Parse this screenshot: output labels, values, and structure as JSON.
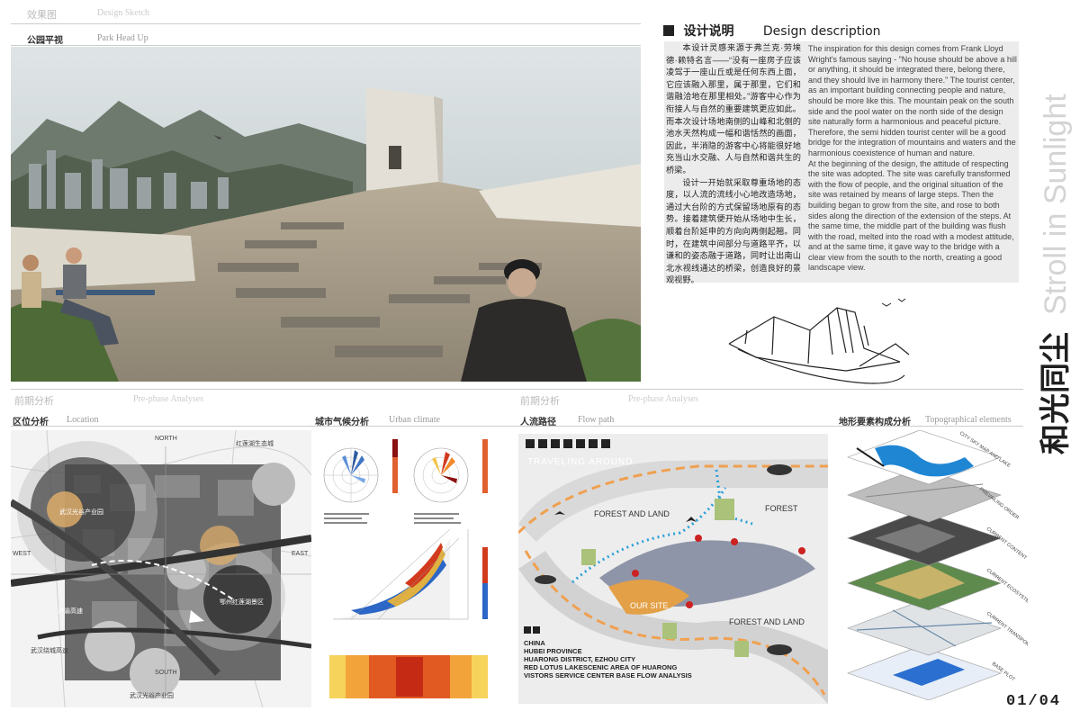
{
  "top": {
    "header_cn": "效果图",
    "header_en": "Design Sketch",
    "view_cn": "公园平视",
    "view_en": "Park Head Up"
  },
  "description": {
    "title_cn": "设计说明",
    "title_en": "Design description",
    "cn_p1": "本设计灵感来源于弗兰克·劳埃德·赖特名言——“没有一座房子应该凌驾于一座山丘或是任何东西上面，它应该融入那里，属于那里，它们和谐融洽地在那里相处。”游客中心作为衔接人与自然的重要建筑更应如此。而本次设计场地南侧的山峰和北侧的池水天然构成一幅和谐恬然的画面，因此，半消隐的游客中心将能很好地充当山水交融、人与自然和谐共生的桥梁。",
    "cn_p2": "设计一开始就采取尊重场地的态度，以人流的流线小心地改造场地，通过大台阶的方式保留场地原有的态势。接着建筑便开始从场地中生长，顺着台阶延申的方向向两侧起翘。同时，在建筑中间部分与道路平齐，以谦和的姿态融于道路，同时让出南山北水视线通达的桥梁，创造良好的景观视野。",
    "en_p1": "The inspiration for this design comes from Frank Lloyd Wright's famous saying - \"No house should be above a hill or anything, it should be integrated there, belong there, and they should live in harmony there.\" The tourist center, as an important building connecting people and nature, should be more like this. The mountain peak on the south side and the pool water on the north side of the design site naturally form a harmonious and peaceful picture. Therefore, the semi hidden tourist center will be a good bridge for the integration of mountains and waters and the harmonious coexistence of human and nature.",
    "en_p2": "At the beginning of the design, the attitude of respecting the site was adopted. The site was carefully transformed with the flow of people, and the original situation of the site was retained by means of large steps. Then the building began to grow from the site, and rose to both sides along the direction of the extension of the steps. At the same time, the middle part of the building was flush with the road, melted into the road with a modest attitude, and at the same time, it gave way to the bridge with a clear view from the south to the north, creating a good landscape view."
  },
  "side_title": {
    "cn": "和光同尘",
    "en": "Stroll in Sunlight"
  },
  "page_number": "01/04",
  "pre_phase": {
    "left_cn": "前期分析",
    "left_en": "Pre-phase Analyses",
    "right_cn": "前期分析",
    "right_en": "Pre-phase Analyses"
  },
  "location": {
    "title_cn": "区位分析",
    "title_en": "Location",
    "north": "NORTH",
    "south": "SOUTH",
    "east": "EAST",
    "west": "WEST",
    "label_industry": "武汉光谷产业园",
    "label_lake": "鄂州红莲湖景区",
    "label_park": "武汉光谷产业园",
    "label_highway": "武汉绕城高速",
    "label_a": "沪渝高速",
    "label_b": "红莲湖生态城"
  },
  "climate": {
    "title_cn": "城市气候分析",
    "title_en": "Urban climate"
  },
  "flow": {
    "title_cn": "人流路径",
    "title_en": "Flow path",
    "traveling_around": "TRAVELING AROUND",
    "forest": "FOREST",
    "forest_and_land_1": "FOREST AND LAND",
    "forest_and_land_2": "FOREST AND LAND",
    "our_site": "OUR SITE",
    "info": [
      "CHINA",
      "HUBEI PROVINCE",
      "HUARONG DISTRICT, EZHOU CITY",
      "RED LOTUS LAKESCENIC AREA OF HUARONG",
      "VISTORS SERVICE CENTER BASE FLOW ANALYSIS"
    ]
  },
  "topo": {
    "title_cn": "地形要素构成分析",
    "title_en": "Topographical elements",
    "layers": [
      "CITY SKY MAP AND LAKE",
      "PREVAILING ORDER",
      "CURRENT CONTENT",
      "CURRENT ECOSYSTEM",
      "CURRENT TRANSPORTATION",
      "BASE PLOT"
    ]
  }
}
